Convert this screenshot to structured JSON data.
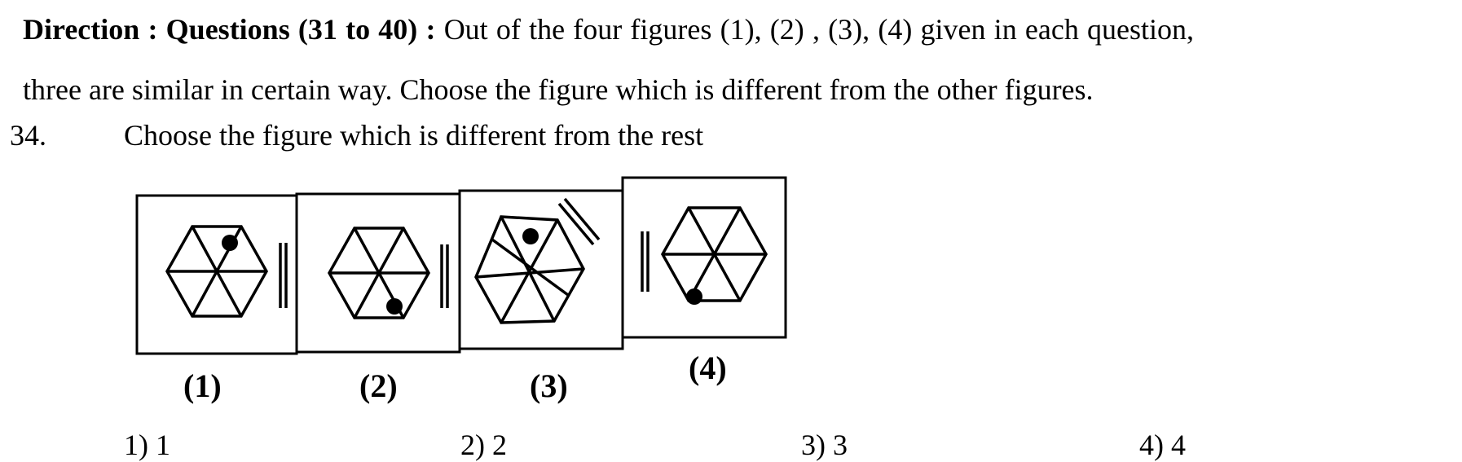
{
  "direction": {
    "label": "Direction : Questions (31 to 40) :",
    "text_line1": "Out of the four figures (1), (2) , (3), (4) given in each question,",
    "text_line2": "three are similar in certain way. Choose the figure which is different from the other figures."
  },
  "question": {
    "number": "34.",
    "text": "Choose the figure which is different from the rest"
  },
  "figures": [
    {
      "label": "(1)",
      "dot_sector": "upper-right",
      "double_line_side": "right"
    },
    {
      "label": "(2)",
      "dot_sector": "lower-right",
      "double_line_side": "right"
    },
    {
      "label": "(3)",
      "dot_sector": "top",
      "double_line_side": "upper-right"
    },
    {
      "label": "(4)",
      "dot_sector": "lower-left",
      "double_line_side": "left"
    }
  ],
  "options": [
    "1) 1",
    "2) 2",
    "3) 3",
    "4) 4"
  ]
}
